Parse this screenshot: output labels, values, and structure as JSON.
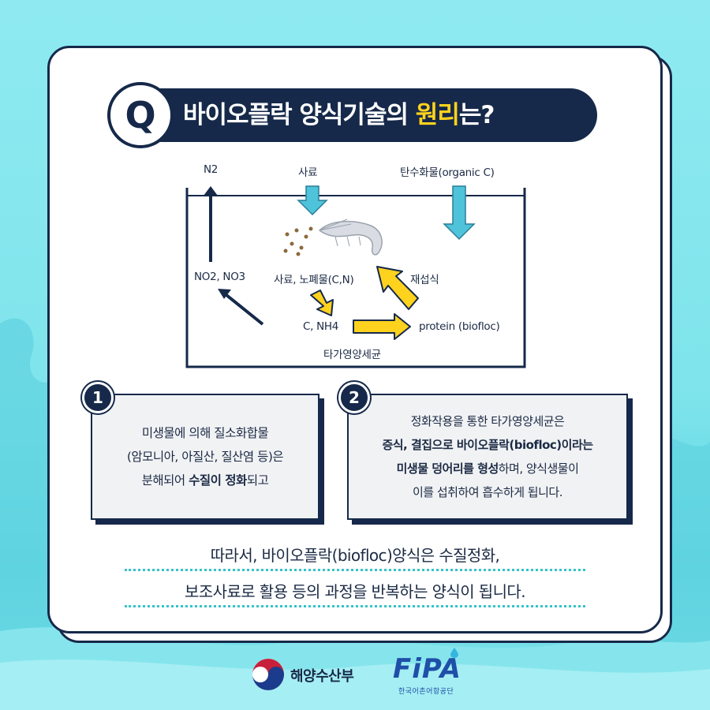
{
  "title": {
    "q_letter": "Q",
    "text_before": "바이오플락 양식기술의 ",
    "text_highlight": "원리",
    "text_after": "는?"
  },
  "diagram": {
    "labels": {
      "n2": "N2",
      "feed_top": "사료",
      "carbohydrate": "탄수화물(organic C)",
      "no2_no3": "NO2, NO3",
      "feed_waste": "사료, 노폐물(C,N)",
      "reuptake": "재섭식",
      "c_nh4": "C, NH4",
      "protein": "protein (biofloc)",
      "heterotroph": "타가영양세균"
    }
  },
  "boxes": [
    {
      "number": "1",
      "line1": "미생물에 의해 질소화합물",
      "line2": "(암모니아, 아질산, 질산염 등)은",
      "line3_pre": "분해되어 ",
      "line3_bold": "수질이 정화",
      "line3_post": "되고"
    },
    {
      "number": "2",
      "line1": "정화작용을 통한 타가영양세균은",
      "line2_bold": "증식, 결집으로 바이오플락(biofloc)이라는",
      "line3_bold": "미생물 덩어리를 형성",
      "line3_post": "하며, 양식생물이",
      "line4": "이를 섭취하여 흡수하게 됩니다."
    }
  ],
  "summary": {
    "line1": "따라서, 바이오플락(biofloc)양식은 수질정화,",
    "line2": "보조사료로 활용 등의 과정을 반복하는 양식이 됩니다."
  },
  "footer": {
    "ministry": "해양수산부",
    "fipa": "FiPA",
    "fipa_sub": "한국어촌어항공단"
  },
  "colors": {
    "navy": "#16294a",
    "yellow": "#ffd21e",
    "teal_arrow": "#4fc3d9",
    "background": "#8eeaf0"
  }
}
